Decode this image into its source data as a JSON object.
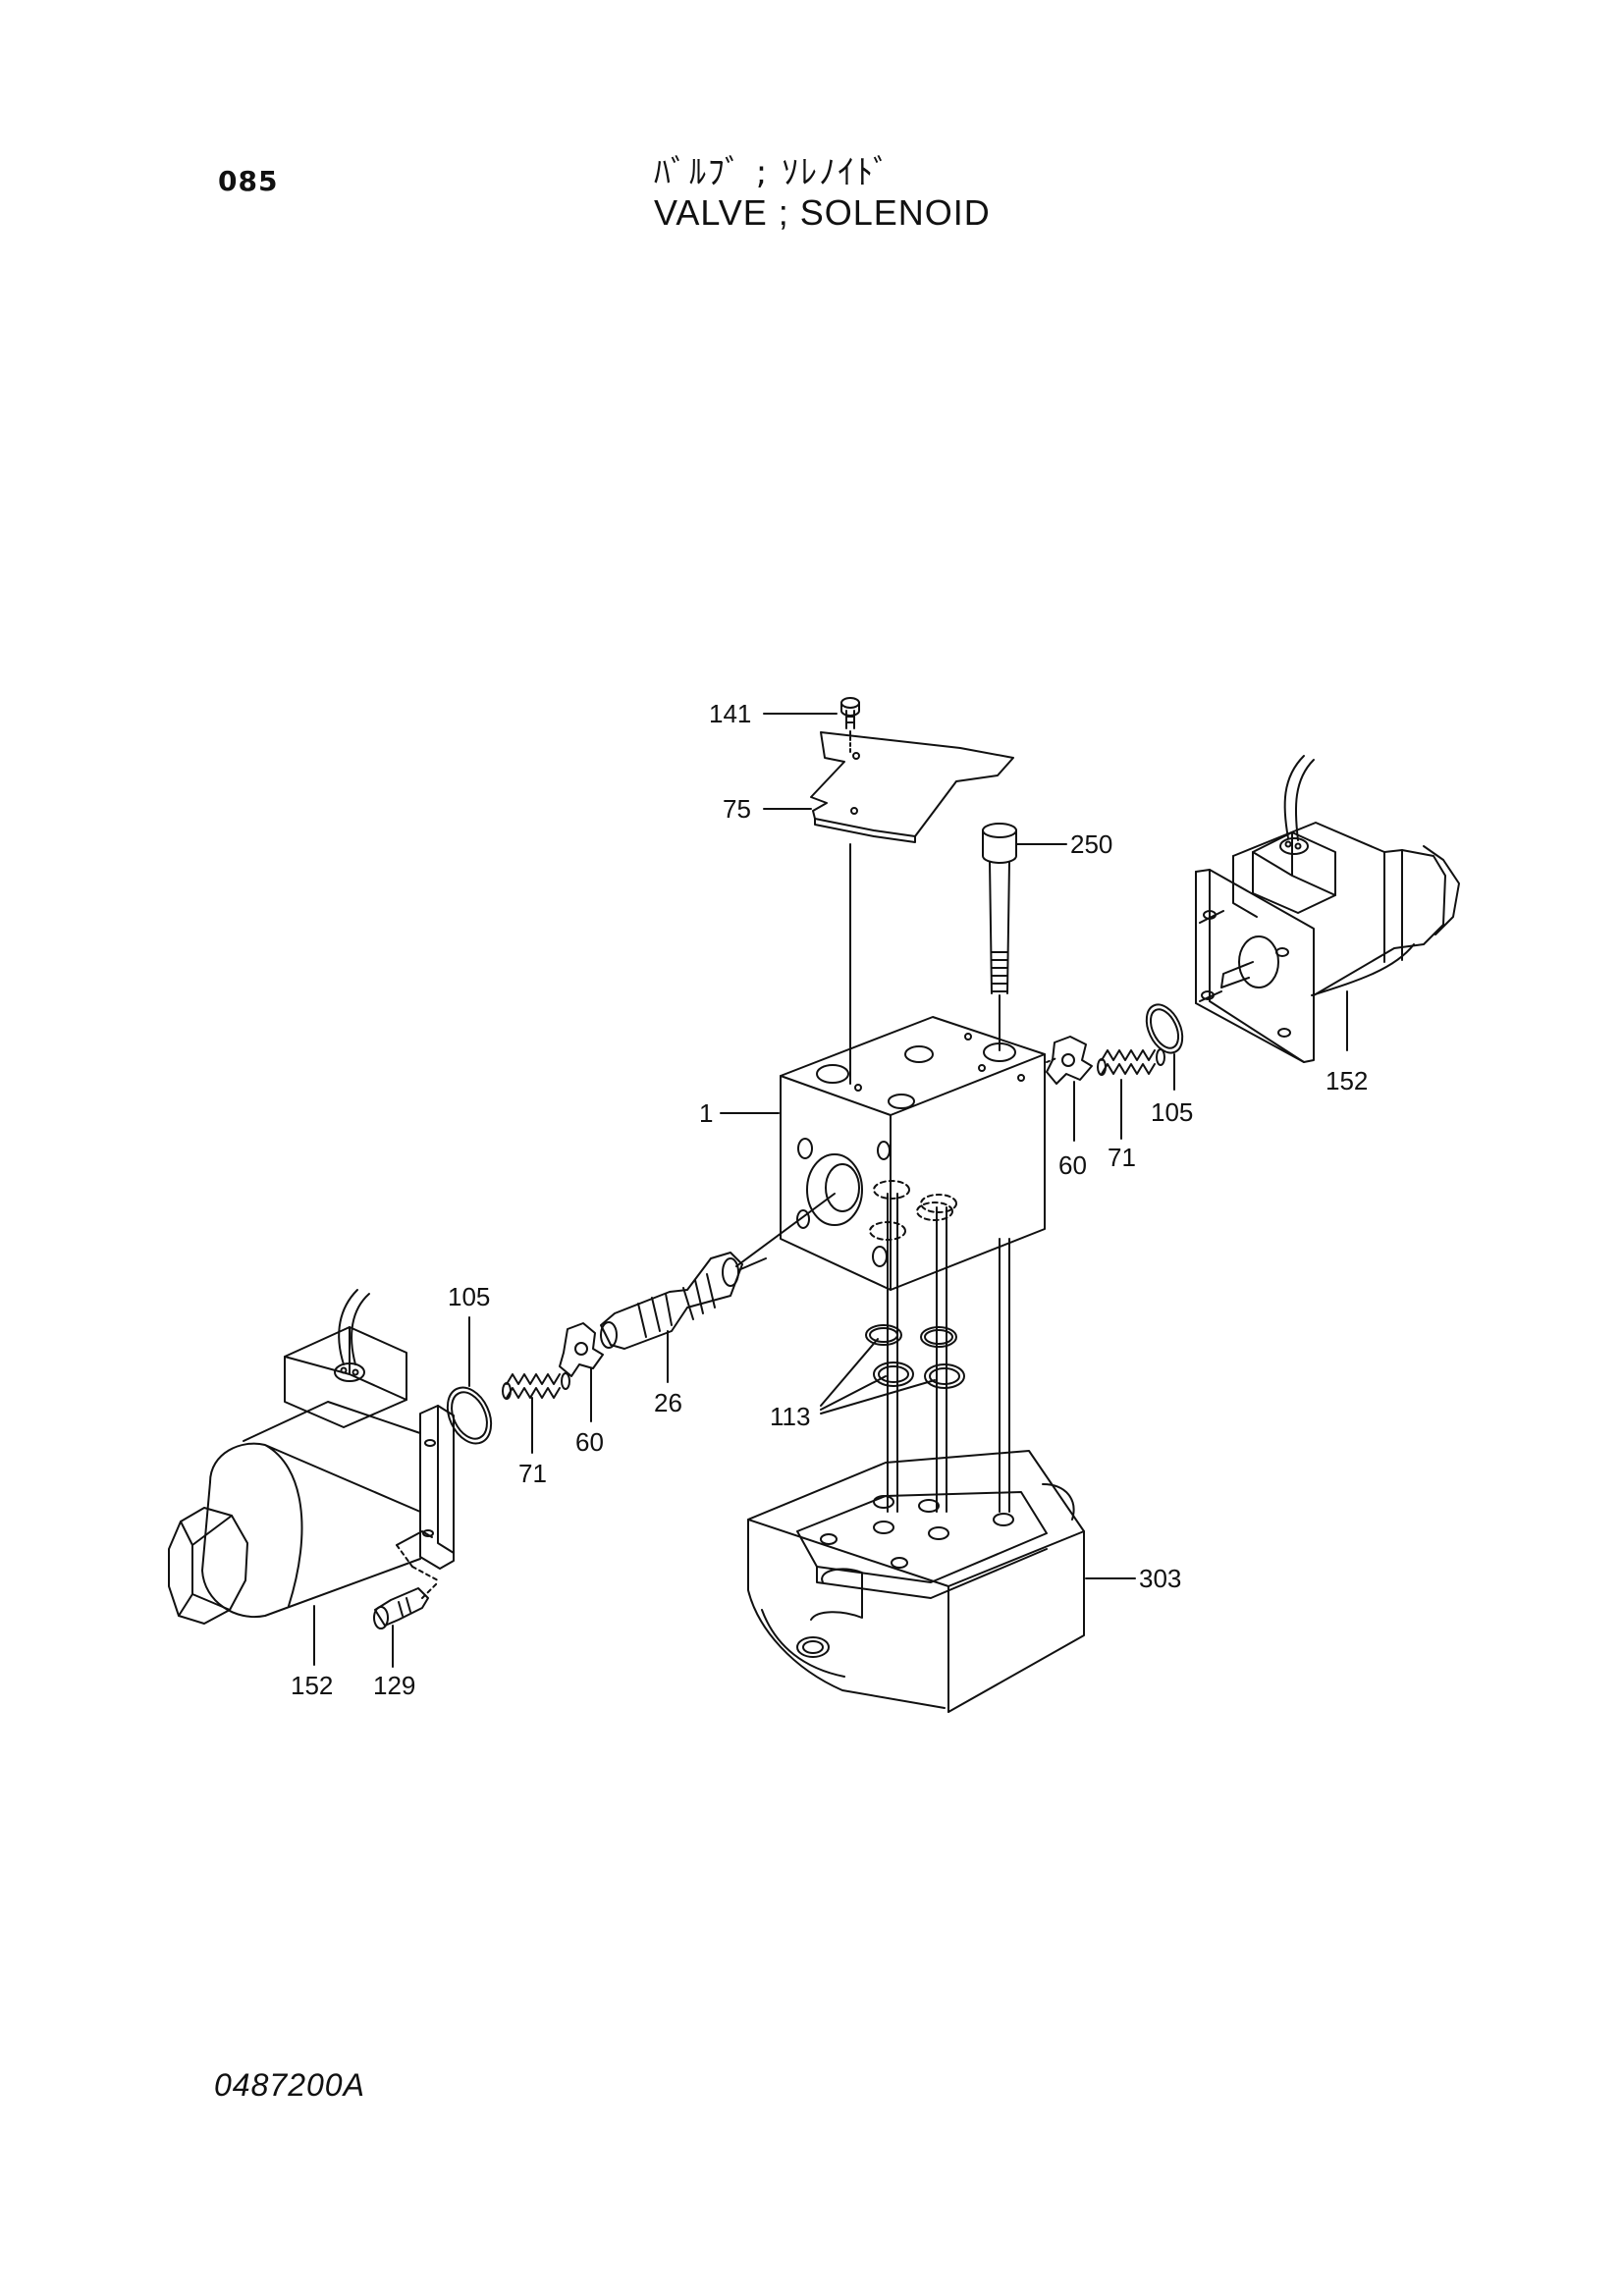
{
  "header": {
    "page_number": "085",
    "title_japanese": "ﾊﾞﾙﾌﾞ ; ｿﾚﾉｲﾄﾞ",
    "title_english": "VALVE ; SOLENOID"
  },
  "footer": {
    "drawing_number": "0487200A"
  },
  "callouts": {
    "c141": "141",
    "c75": "75",
    "c250": "250",
    "c152_right": "152",
    "c105_right": "105",
    "c71_right": "71",
    "c60_right": "60",
    "c1": "1",
    "c105_left": "105",
    "c71_left": "71",
    "c60_left": "60",
    "c26": "26",
    "c113": "113",
    "c303": "303",
    "c152_left": "152",
    "c129": "129"
  }
}
